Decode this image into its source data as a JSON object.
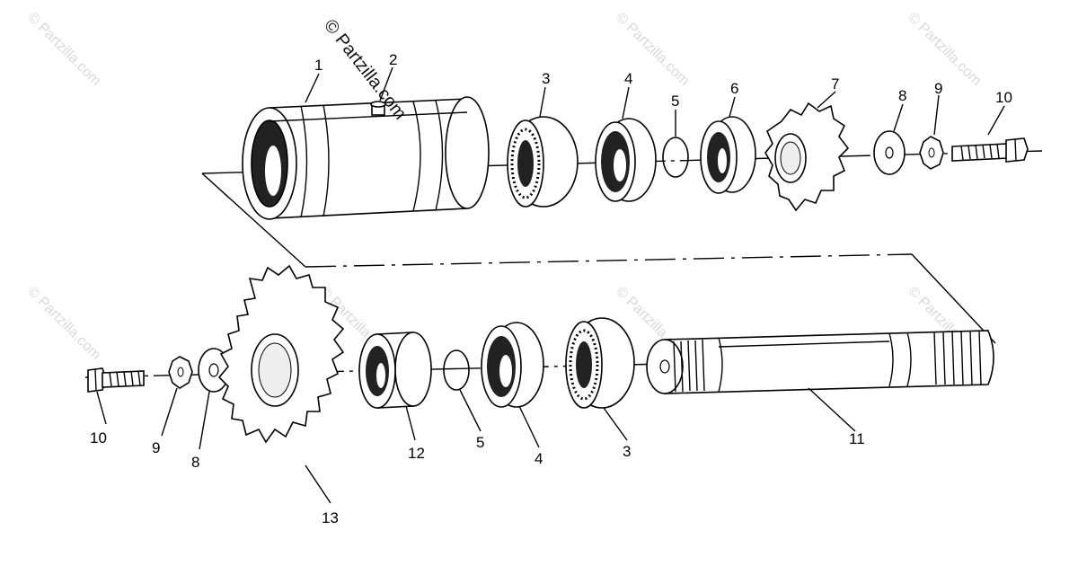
{
  "watermark": {
    "main": "© Partzilla.com",
    "repeat": "© Partzilla.com"
  },
  "callouts": {
    "top": [
      "1",
      "2",
      "3",
      "4",
      "5",
      "6",
      "7",
      "8",
      "9",
      "10"
    ],
    "bottom": [
      "10",
      "9",
      "8",
      "13",
      "12",
      "5",
      "4",
      "3",
      "11"
    ]
  }
}
